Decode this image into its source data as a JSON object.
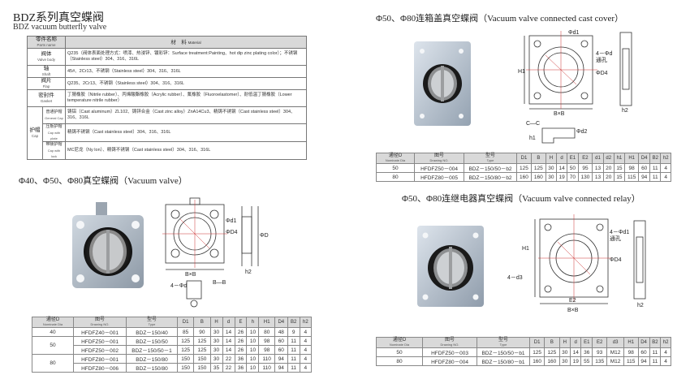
{
  "section1": {
    "title": "BDZ系列真空蝶阀",
    "subtitle": "BDZ vacuum butterfly valve"
  },
  "materials": {
    "header": {
      "part_zh": "零件名称",
      "part_en": "Parts name",
      "mat_zh": "材　料",
      "mat_en": "Material"
    },
    "rows": [
      {
        "zh": "阀体",
        "en": "Valve body",
        "text": "Q235（阀体表面处理方式：喷漆、热浸锌、镀彩锌：Surface treatment:Painting、hot dip zinc plating color）；不锈钢（Stainless steel）304、316、316L"
      },
      {
        "zh": "轴",
        "en": "Shaft",
        "text": "45#、2Cr13、不锈钢（Stainless steel）304、316、316L"
      },
      {
        "zh": "阀片",
        "en": "Flap",
        "text": "Q235、2Cr13、不锈钢（Stainless steel）304、316、316L"
      },
      {
        "zh": "密封件",
        "en": "Gasket",
        "text": "丁腈橡胶（Nitrile rubber）、丙烯酸酯橡胶（Acrylic rubber）、氟橡胶（Fluoroelastomer）、耐低温丁腈橡胶（Lower temperature nitrile rubber）"
      }
    ],
    "cap": {
      "zh": "护帽",
      "en": "Cap",
      "subs": [
        {
          "zh": "普通护帽",
          "en": "General Cap",
          "text": "铸铝（Cast aluminum）ZL102、铸锌合金（Cast zinc alloy）ZnA14Cu3、精铸不锈钢（Cast stainless steel）304、316、316L"
        },
        {
          "zh": "压板护帽",
          "en": "Cap with plate",
          "text": "精铸不锈钢（Cast stainless steel）304、316、316L"
        },
        {
          "zh": "带锁护帽",
          "en": "Cap with lock",
          "text": "MC尼龙（Ny lon）、精铸不锈钢（Cast stainless steel）304、316、316L"
        }
      ]
    }
  },
  "section2": {
    "title": "Φ40、Φ50、Φ80真空蝶阀（Vacuum valve）"
  },
  "section3": {
    "title": "Φ50、Φ80连箱盖真空蝶阀（Vacuum valve connected cast cover）"
  },
  "section4": {
    "title": "Φ50、Φ80连继电器真空蝶阀（Vacuum valve connected relay）"
  },
  "drawing_labels": {
    "d1": "Φd1",
    "D4": "ΦD4",
    "D": "ΦD",
    "BxB": "B×B",
    "h2": "h2",
    "BB": "B—B",
    "holes4": "4－Φd",
    "holes_tong": "4－Φd",
    "tong": "通孔",
    "H1": "H1",
    "cc": "C—C",
    "d2": "Φd2",
    "h1": "h1",
    "d3": "4－d3",
    "E2": "E2",
    "d1b": "4－Φd1"
  },
  "table1": {
    "headers": [
      [
        "通径D",
        "Nominate Dia"
      ],
      [
        "图号",
        "Drawing NO."
      ],
      [
        "型号",
        "Type"
      ],
      [
        "D1",
        ""
      ],
      [
        "B",
        ""
      ],
      [
        "H",
        ""
      ],
      [
        "d",
        ""
      ],
      [
        "E",
        ""
      ],
      [
        "h",
        ""
      ],
      [
        "H1",
        ""
      ],
      [
        "D4",
        ""
      ],
      [
        "B2",
        ""
      ],
      [
        "h2",
        ""
      ]
    ],
    "rows": [
      [
        "40",
        "HFDFZ40－001",
        "BDZ－150/40",
        "85",
        "90",
        "30",
        "14",
        "26",
        "10",
        "80",
        "48",
        "9",
        "4"
      ],
      [
        "50",
        "HFDFZ50－001",
        "BDZ－150/50",
        "125",
        "125",
        "30",
        "14",
        "26",
        "10",
        "98",
        "60",
        "11",
        "4"
      ],
      [
        "",
        "HFDFZ50－002",
        "BDZ－150/50－1",
        "125",
        "125",
        "30",
        "14",
        "26",
        "10",
        "98",
        "60",
        "11",
        "4"
      ],
      [
        "80",
        "HFDFZ80－001",
        "BDZ－150/80",
        "150",
        "150",
        "30",
        "22",
        "36",
        "10",
        "110",
        "94",
        "11",
        "4"
      ],
      [
        "",
        "HFDFZ80－006",
        "BDZ－150/80",
        "150",
        "150",
        "35",
        "22",
        "36",
        "10",
        "110",
        "94",
        "11",
        "4"
      ]
    ]
  },
  "table2": {
    "headers": [
      [
        "通径D",
        "Nominate Dia"
      ],
      [
        "图号",
        "Drawing NO."
      ],
      [
        "型号",
        "Type"
      ],
      [
        "D1",
        ""
      ],
      [
        "B",
        ""
      ],
      [
        "H",
        ""
      ],
      [
        "d",
        ""
      ],
      [
        "E1",
        ""
      ],
      [
        "E2",
        ""
      ],
      [
        "d1",
        ""
      ],
      [
        "d2",
        ""
      ],
      [
        "h1",
        ""
      ],
      [
        "H1",
        ""
      ],
      [
        "D4",
        ""
      ],
      [
        "B2",
        ""
      ],
      [
        "h2",
        ""
      ]
    ],
    "rows": [
      [
        "50",
        "HFDFZ50－004",
        "BDZ－150/50－b2",
        "125",
        "125",
        "30",
        "14",
        "50",
        "95",
        "13",
        "20",
        "15",
        "98",
        "60",
        "11",
        "4"
      ],
      [
        "80",
        "HFDFZ80－005",
        "BDZ－150/80－b2",
        "160",
        "160",
        "30",
        "19",
        "70",
        "130",
        "13",
        "20",
        "15",
        "115",
        "94",
        "11",
        "4"
      ]
    ]
  },
  "table3": {
    "headers": [
      [
        "通径D",
        "Nominate Dia"
      ],
      [
        "图号",
        "Drawing NO."
      ],
      [
        "型号",
        "Type"
      ],
      [
        "D1",
        ""
      ],
      [
        "B",
        ""
      ],
      [
        "H",
        ""
      ],
      [
        "d",
        ""
      ],
      [
        "E1",
        ""
      ],
      [
        "E2",
        ""
      ],
      [
        "d3",
        ""
      ],
      [
        "H1",
        ""
      ],
      [
        "D4",
        ""
      ],
      [
        "B2",
        ""
      ],
      [
        "h2",
        ""
      ]
    ],
    "rows": [
      [
        "50",
        "HFDFZ50－003",
        "BDZ－150/50－b1",
        "125",
        "125",
        "30",
        "14",
        "36",
        "93",
        "M12",
        "98",
        "60",
        "11",
        "4"
      ],
      [
        "80",
        "HFDFZ80－004",
        "BDZ－150/80－b1",
        "160",
        "160",
        "30",
        "19",
        "55",
        "135",
        "M12",
        "115",
        "94",
        "11",
        "4"
      ]
    ]
  }
}
